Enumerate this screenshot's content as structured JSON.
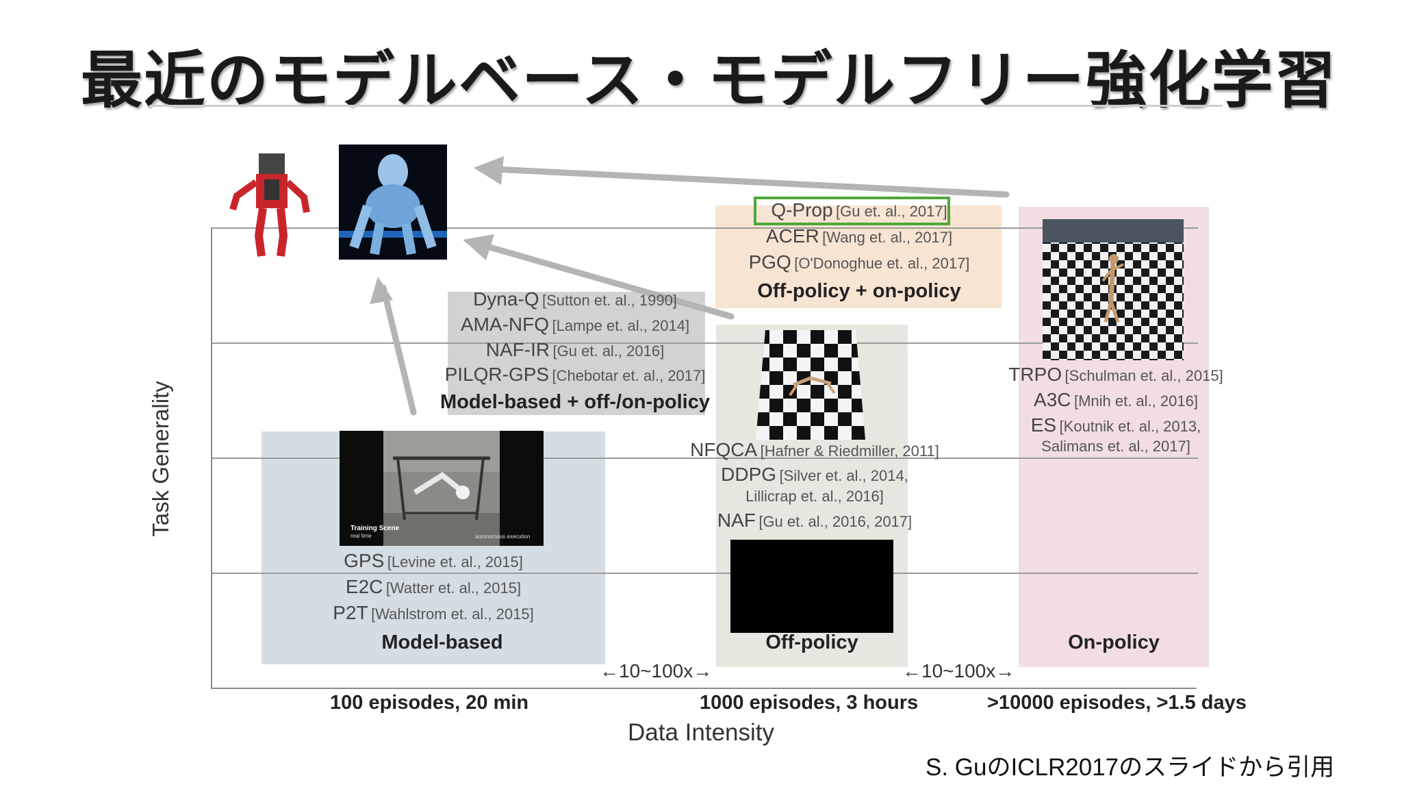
{
  "slide": {
    "title": "最近のモデルベース・モデルフリー強化学習",
    "credit": "S. GuのICLR2017のスライドから引用"
  },
  "chart": {
    "y_axis_label": "Task Generality",
    "x_axis_label": "Data Intensity",
    "x_ticks": [
      "100 episodes, 20 min",
      "1000 episodes, 3 hours",
      ">10000 episodes, >1.5 days"
    ],
    "ratios": [
      "←10~100x→",
      "←10~100x→"
    ]
  },
  "groups": {
    "model_based": {
      "label": "Model-based",
      "items": [
        {
          "name": "GPS",
          "cite": "[Levine et. al., 2015]"
        },
        {
          "name": "E2C",
          "cite": "[Watter et. al., 2015]"
        },
        {
          "name": "P2T",
          "cite": "[Wahlstrom et. al., 2015]"
        }
      ],
      "image_caption_left": "Training Scene",
      "image_caption_left_sub": "real time",
      "image_caption_right": "autonomous execution"
    },
    "hybrid": {
      "label": "Model-based + off-/on-policy",
      "items": [
        {
          "name": "Dyna-Q",
          "cite": "[Sutton et. al., 1990]"
        },
        {
          "name": "AMA-NFQ",
          "cite": "[Lampe et. al., 2014]"
        },
        {
          "name": "NAF-IR",
          "cite": "[Gu et. al., 2016]"
        },
        {
          "name": "PILQR-GPS",
          "cite": "[Chebotar et. al., 2017]"
        }
      ]
    },
    "off_on": {
      "label": "Off-policy + on-policy",
      "items": [
        {
          "name": "Q-Prop",
          "cite": "[Gu et. al., 2017]"
        },
        {
          "name": "ACER",
          "cite": "[Wang et. al., 2017]"
        },
        {
          "name": "PGQ",
          "cite": "[O'Donoghue et. al., 2017]"
        }
      ]
    },
    "off_policy": {
      "label": "Off-policy",
      "items": [
        {
          "name": "NFQCA",
          "cite": "[Hafner & Riedmiller, 2011]"
        },
        {
          "name": "DDPG",
          "cite": "[Silver et. al., 2014,"
        },
        {
          "name": "",
          "cite": "Lillicrap et. al., 2016]"
        },
        {
          "name": "NAF",
          "cite": "[Gu et. al., 2016, 2017]"
        }
      ]
    },
    "on_policy": {
      "label": "On-policy",
      "items": [
        {
          "name": "TRPO",
          "cite": "[Schulman et. al., 2015]"
        },
        {
          "name": "A3C",
          "cite": "[Mnih et. al., 2016]"
        },
        {
          "name": "ES",
          "cite": "[Koutnik et. al., 2013,"
        },
        {
          "name": "",
          "cite": "Salimans et. al., 2017]"
        }
      ]
    }
  },
  "colors": {
    "model_based_bg": "#d3dde3",
    "hybrid_bg": "#d2d2d2",
    "off_on_bg": "#f8e4d3",
    "off_policy_bg": "#e6e7df",
    "on_policy_bg": "#f1dde2",
    "highlight_box": "#4ea83a",
    "arrow": "#b4b4b4"
  }
}
